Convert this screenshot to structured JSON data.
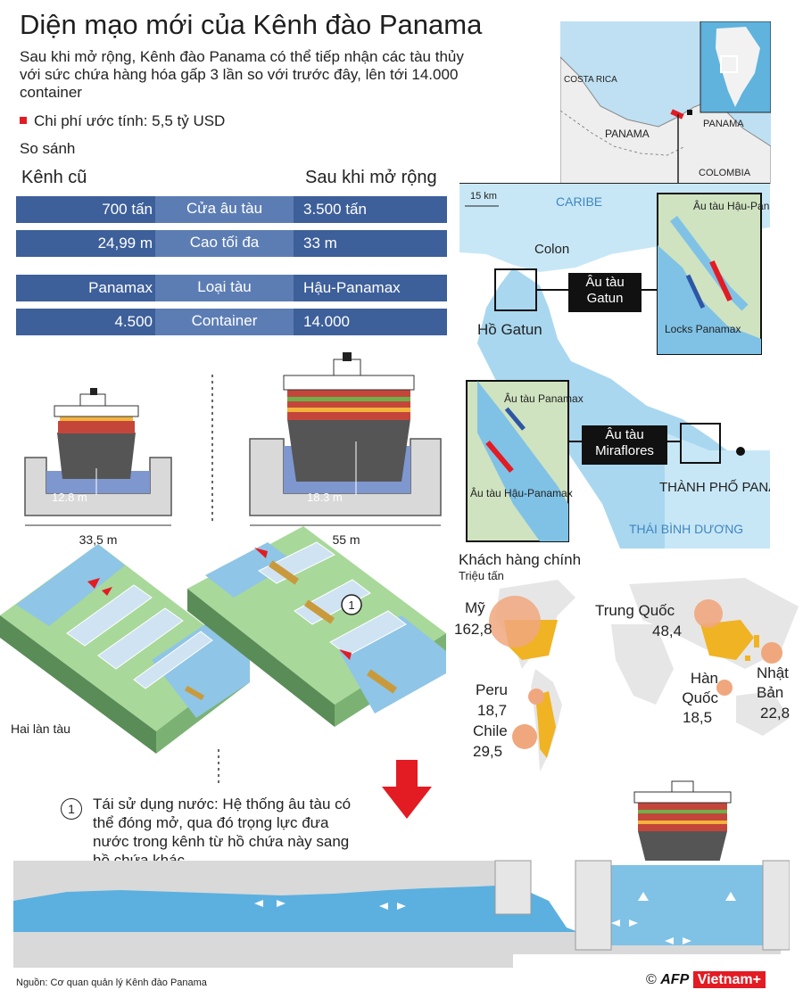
{
  "header": {
    "title": "Diện mạo mới của Kênh đào Panama",
    "subtitle": "Sau khi mở rộng, Kênh đào Panama có thể tiếp nhận các tàu thủy với sức chứa hàng hóa gấp 3 lần so với trước đây, lên tới 14.000 container",
    "cost": "Chi phí ước tính: 5,5 tỷ USD",
    "compare_label": "So sánh"
  },
  "comparison": {
    "old_header": "Kênh cũ",
    "new_header": "Sau khi mở rộng",
    "rows": [
      {
        "old": "700 tấn",
        "label": "Cửa âu tàu",
        "new": "3.500 tấn"
      },
      {
        "old": "24,99 m",
        "label": "Cao tối đa",
        "new": "33 m"
      },
      {
        "old": "Panamax",
        "label": "Loại tàu",
        "new": "Hậu-Panamax"
      },
      {
        "old": "4.500",
        "label": "Container",
        "new": "14.000"
      }
    ]
  },
  "locks": {
    "old_depth": "12.8 m",
    "old_width": "33,5 m",
    "new_depth": "18.3 m",
    "new_width": "55 m",
    "two_lanes": "Hai làn tàu",
    "marker": "1"
  },
  "map": {
    "inset": {
      "costa_rica": "COSTA RICA",
      "panama_left": "PANAMA",
      "panama_right": "PANAMA",
      "colombia": "COLOMBIA"
    },
    "scale": "15 km",
    "caribe": "CARIBE",
    "colon": "Colon",
    "gatun_lake": "Hồ Gatun",
    "gatun_lock": "Âu tàu Gatun",
    "miraflores_lock": "Âu tàu Miraflores",
    "panama_city": "THÀNH PHỐ PANAMA",
    "pacific": "THÁI BÌNH DƯƠNG",
    "detail_top": {
      "post_panamax": "Âu tàu Hậu-Panamax",
      "panamax": "Locks Panamax"
    },
    "detail_bottom": {
      "panamax": "Âu tàu Panamax",
      "post_panamax": "Âu tàu Hậu-Panamax"
    }
  },
  "customers": {
    "title": "Khách hàng chính",
    "unit": "Triệu tấn",
    "items": [
      {
        "name": "Mỹ",
        "value": "162,8"
      },
      {
        "name": "Trung Quốc",
        "value": "48,4"
      },
      {
        "name": "Nhật Bản",
        "value": "22,8"
      },
      {
        "name": "Hàn Quốc",
        "value": "18,5"
      },
      {
        "name": "Peru",
        "value": "18,7"
      },
      {
        "name": "Chile",
        "value": "29,5"
      }
    ],
    "bubble_color": "#f0a77e"
  },
  "note": {
    "number": "1",
    "text": "Tái sử dụng nước: Hệ thống âu tàu có thể đóng mở, qua đó trọng lực đưa nước trong kênh từ hồ chứa này sang hồ chứa khác"
  },
  "footer": {
    "source": "Nguồn: Cơ quan quản lý Kênh đào Panama",
    "copyright": "©",
    "agency": "AFP",
    "brand": "Vietnam+"
  },
  "colors": {
    "bar_dark": "#3d5f9a",
    "bar_mid": "#5c7db4",
    "water": "#7fc2e6",
    "land": "#cfe3c0",
    "accent_red": "#e31b23"
  }
}
